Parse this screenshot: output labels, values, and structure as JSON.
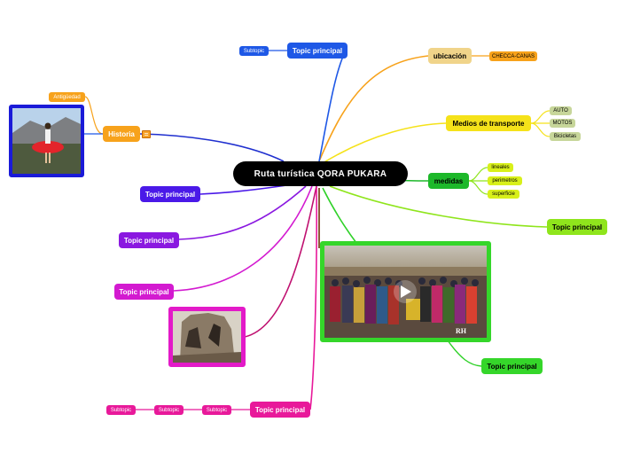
{
  "root": {
    "label": "Ruta turística QORA PUKARA"
  },
  "branches": {
    "ubicacion": {
      "label": "ubicación",
      "child": "CHECCA-CANAS"
    },
    "medios": {
      "label": "Medios de transporte",
      "children": [
        "AUTO",
        "MOTOS",
        "Bicicletas"
      ]
    },
    "medidas": {
      "label": "medidas",
      "children": [
        "lineales",
        "perimetros",
        "superficie"
      ]
    },
    "topic_right": {
      "label": "Topic principal"
    },
    "topic_video": {
      "label": "Topic principal"
    },
    "topic_top": {
      "label": "Topic principal",
      "child": "Subtopic"
    },
    "historia": {
      "label": "Historia",
      "child": "Antigüedad"
    },
    "topic_blue": {
      "label": "Topic principal"
    },
    "topic_purple": {
      "label": "Topic principal"
    },
    "topic_magenta": {
      "label": "Topic principal"
    },
    "topic_pink": {
      "label": "Topic principal",
      "children": [
        "Subtopic",
        "Subtopic",
        "Subtopic"
      ]
    }
  },
  "media": {
    "video_watermark": "RH",
    "play_icon": "play-icon",
    "notes_icon": "notes-icon"
  },
  "colors": {
    "orange": "#f7a21b",
    "yellow": "#f5e21a",
    "green": "#3ad12d",
    "lime": "#8fe51c",
    "blue": "#1e58e6",
    "indigo": "#4a19e8",
    "purple": "#8a18e0",
    "magenta": "#d31ad0",
    "pink": "#e8199a",
    "tan": "#f0d48a",
    "sage": "#c7d69a"
  }
}
